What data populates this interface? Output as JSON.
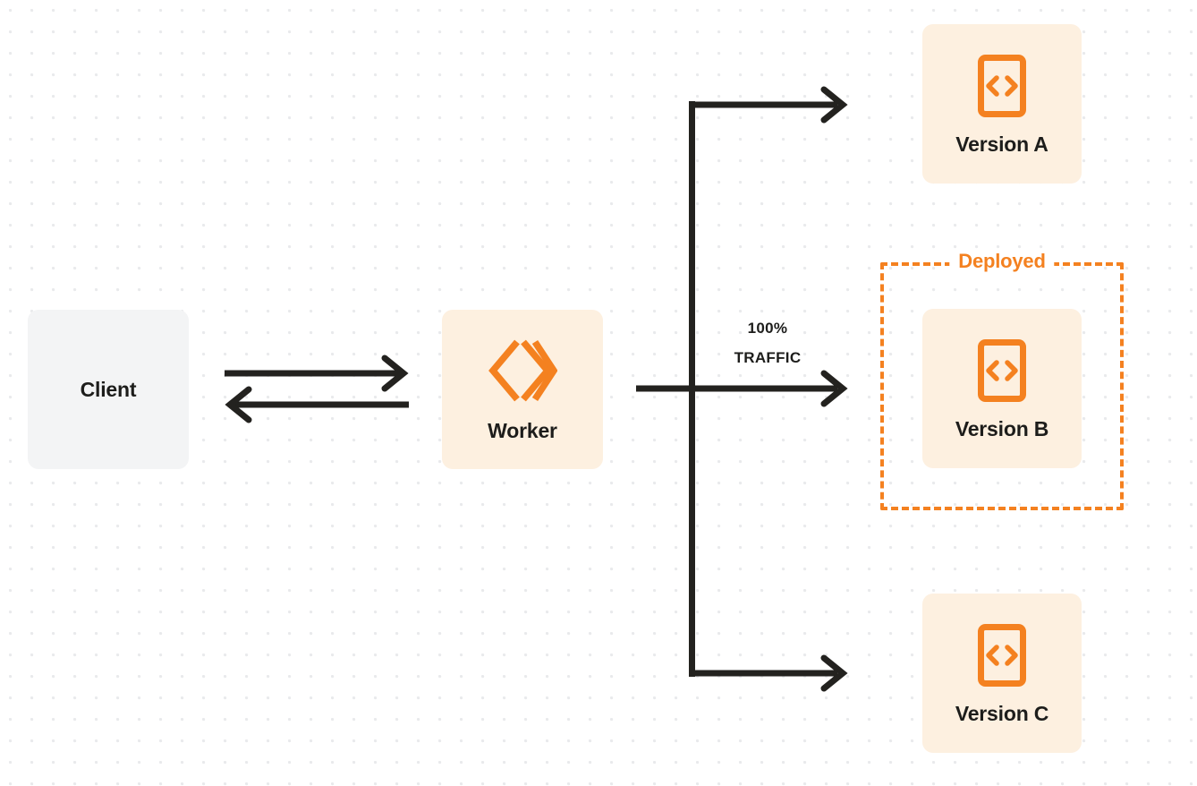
{
  "diagram": {
    "title": "Worker version traffic routing",
    "background": {
      "color": "#ffffff",
      "dot_color": "#e9eaec",
      "dot_spacing": 24
    },
    "colors": {
      "orange": "#f48120",
      "card_cream": "#fdf0e0",
      "card_gray": "#f3f4f5",
      "text_dark": "#1d1d1b",
      "arrow": "#23221f"
    },
    "nodes": {
      "client": {
        "label": "Client",
        "background": "#f3f4f5"
      },
      "worker": {
        "label": "Worker",
        "icon": "workers-logo-icon",
        "background": "#fdf0e0"
      },
      "version_a": {
        "label": "Version A",
        "icon": "code-file-icon",
        "background": "#fdf0e0"
      },
      "version_b": {
        "label": "Version B",
        "icon": "code-file-icon",
        "background": "#fdf0e0"
      },
      "version_c": {
        "label": "Version C",
        "icon": "code-file-icon",
        "background": "#fdf0e0"
      }
    },
    "groups": {
      "deployed": {
        "label": "Deployed",
        "border_color": "#f48120",
        "border_style": "dashed",
        "contains": "Version B"
      }
    },
    "edges": {
      "traffic": {
        "percent_line": "100%",
        "traffic_line": "TRAFFIC",
        "target": "Version B"
      },
      "client_to_worker": {
        "request_direction": "right",
        "response_direction": "left"
      },
      "branches": [
        "Version A",
        "Version B",
        "Version C"
      ]
    }
  }
}
